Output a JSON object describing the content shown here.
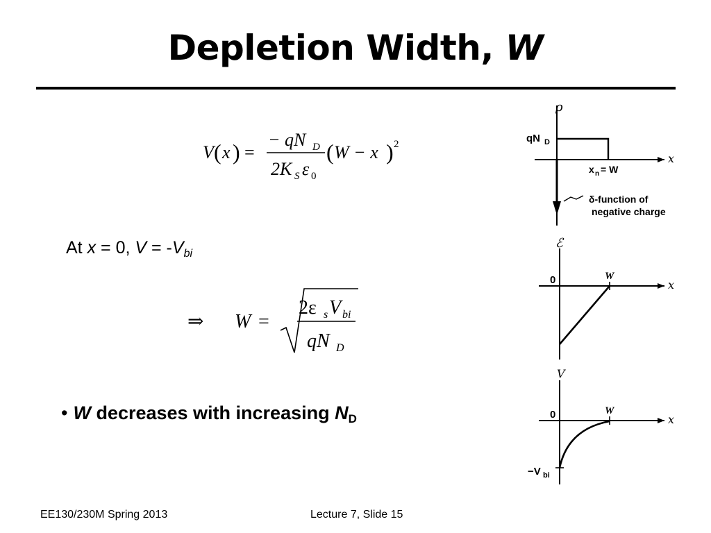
{
  "slide": {
    "title_main": "Depletion Width, ",
    "title_var": "W"
  },
  "eq1": {
    "lhs_V": "V",
    "lhs_x": "x",
    "eq": "=",
    "num": "− qN",
    "num_sub": "D",
    "den": "2K",
    "den_sub": "S",
    "den_eps": "ε",
    "den_eps_sub": "0",
    "rhs": "W − x",
    "rhs_exp": "2"
  },
  "condition": {
    "prefix": "At ",
    "x": "x",
    "mid1": " = 0, ",
    "V": "V",
    "mid2": " = -",
    "Vbi": "V",
    "bi": "bi"
  },
  "eq2": {
    "implies": "⇒",
    "W": "W",
    "eq": "=",
    "num": "2ε",
    "num_s": "s",
    "num_V": "V",
    "num_bi": "bi",
    "den": "qN",
    "den_sub": "D"
  },
  "bullet": {
    "symbol": "•",
    "W": "W",
    "text": " decreases with increasing ",
    "N": "N",
    "sub": "D"
  },
  "figure": {
    "rho": {
      "axis_y": "ρ",
      "axis_x": "x",
      "level_q": "qN",
      "level_sub": "D",
      "xn": "x",
      "xn_sub": "n",
      "xn_eq": "= W",
      "note1": "δ-function of",
      "note2": "negative charge"
    },
    "field": {
      "axis_y": "ℰ",
      "axis_x": "x",
      "zero": "0",
      "W": "W"
    },
    "potential": {
      "axis_y": "V",
      "axis_x": "x",
      "zero": "0",
      "W": "W",
      "vbi": "−V",
      "vbi_sub": "bi"
    }
  },
  "footer": {
    "left": "EE130/230M Spring 2013",
    "center": "Lecture 7, Slide 15"
  }
}
